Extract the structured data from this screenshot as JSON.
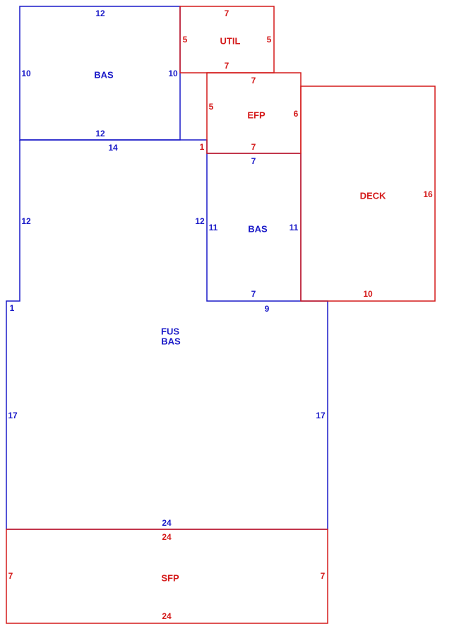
{
  "colors": {
    "blue": "#1a1ac8",
    "red": "#d41a1a",
    "background": "#ffffff"
  },
  "areas": {
    "bas_top": "BAS",
    "util": "UTIL",
    "efp": "EFP",
    "deck": "DECK",
    "bas_mid": "BAS",
    "fus": "FUS",
    "fus_bas": "BAS",
    "sfp": "SFP"
  },
  "dimensions": {
    "bas_top_top": "12",
    "bas_top_left": "10",
    "bas_top_right": "10",
    "bas_top_bottom": "12",
    "util_top": "7",
    "util_left": "5",
    "util_right": "5",
    "util_bottom": "7",
    "efp_top": "7",
    "efp_left": "5",
    "efp_right": "6",
    "efp_bottom": "7",
    "deck_right": "16",
    "deck_bottom": "10",
    "bas_mid_top": "7",
    "bas_mid_left": "11",
    "bas_mid_right": "11",
    "bas_mid_bottom": "7",
    "fus_top": "14",
    "fus_notch": "1",
    "fus_left_upper": "12",
    "fus_inner": "12",
    "fus_step": "1",
    "fus_step_right": "9",
    "fus_left": "17",
    "fus_right": "17",
    "fus_bottom": "24",
    "sfp_top": "24",
    "sfp_left": "7",
    "sfp_right": "7",
    "sfp_bottom": "24"
  }
}
